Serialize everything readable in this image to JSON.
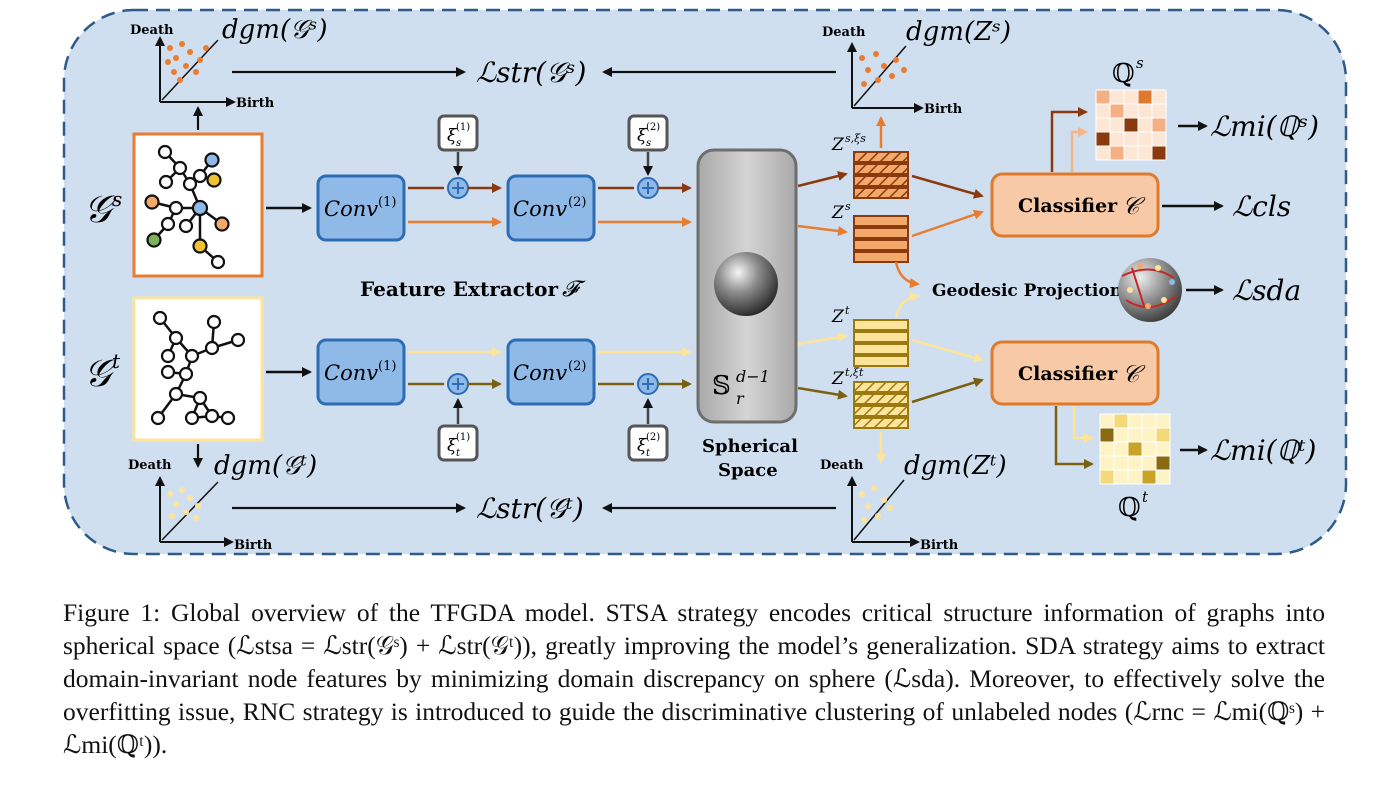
{
  "colors": {
    "panel_fill": "#cfdff0",
    "panel_border": "#2f5a8a",
    "conv_fill": "#8fb9e6",
    "conv_border": "#2e6db5",
    "source": "#ea7c2f",
    "source_dark": "#8b3a0e",
    "target": "#fde49a",
    "target_dark": "#7a6010",
    "classifier_fill": "#f7c9a6",
    "classifier_border": "#e07a2b",
    "sphere_box": "#c6c6c6"
  },
  "graphs": {
    "source_label": "𝒢",
    "source_sup": "s",
    "target_label": "𝒢",
    "target_sup": "t"
  },
  "persistence": {
    "axis_death": "Death",
    "axis_birth": "Birth",
    "dgm_gs": "dgm(𝒢ˢ)",
    "dgm_zs": "dgm(Zˢ)",
    "dgm_gt": "dgm(𝒢ᵗ)",
    "dgm_zt": "dgm(Zᵗ)"
  },
  "losses": {
    "str_s": "ℒstr(𝒢ˢ)",
    "str_t": "ℒstr(𝒢ᵗ)",
    "mi_s": "ℒmi(ℚˢ)",
    "mi_t": "ℒmi(ℚᵗ)",
    "cls": "ℒcls",
    "sda": "ℒsda"
  },
  "modules": {
    "conv1": "Conv",
    "conv1_sup": "(1)",
    "conv2": "Conv",
    "conv2_sup": "(2)",
    "feature_extractor": "Feature Extractor",
    "feature_extractor_symbol": "𝓕",
    "spherical_symbol": "𝕊",
    "spherical_sup": "d−1",
    "spherical_sub": "r",
    "spherical_space_line1": "Spherical",
    "spherical_space_line2": "Space",
    "classifier": "Classifier",
    "classifier_symbol": "𝒞",
    "geodesic": "Geodesic Projection"
  },
  "noise": {
    "xi_s1": "ξ",
    "xi_s1_sup": "(1)",
    "xi_s1_sub": "s",
    "xi_s2": "ξ",
    "xi_s2_sup": "(2)",
    "xi_s2_sub": "s",
    "xi_t1": "ξ",
    "xi_t1_sup": "(1)",
    "xi_t1_sub": "t",
    "xi_t2": "ξ",
    "xi_t2_sup": "(2)",
    "xi_t2_sub": "t"
  },
  "features": {
    "z_s_xi": "Z",
    "z_s_xi_sup": "s,ξs",
    "z_s": "Z",
    "z_s_sup": "s",
    "z_t": "Z",
    "z_t_sup": "t",
    "z_t_xi": "Z",
    "z_t_xi_sup": "t,ξt"
  },
  "matrices": {
    "q_s": "ℚ",
    "q_s_sup": "s",
    "q_t": "ℚ",
    "q_t_sup": "t"
  },
  "caption": "Figure 1: Global overview of the TFGDA model. STSA strategy encodes critical structure information of graphs into spherical space (ℒstsa = ℒstr(𝒢ˢ) + ℒstr(𝒢ᵗ)), greatly improving the model’s generalization. SDA strategy aims to extract domain-invariant node features by minimizing domain discrepancy on sphere (ℒsda). Moreover, to effectively solve the overfitting issue, RNC strategy is introduced to guide the discriminative clustering of unlabeled nodes (ℒrnc = ℒmi(ℚˢ) + ℒmi(ℚᵗ))."
}
